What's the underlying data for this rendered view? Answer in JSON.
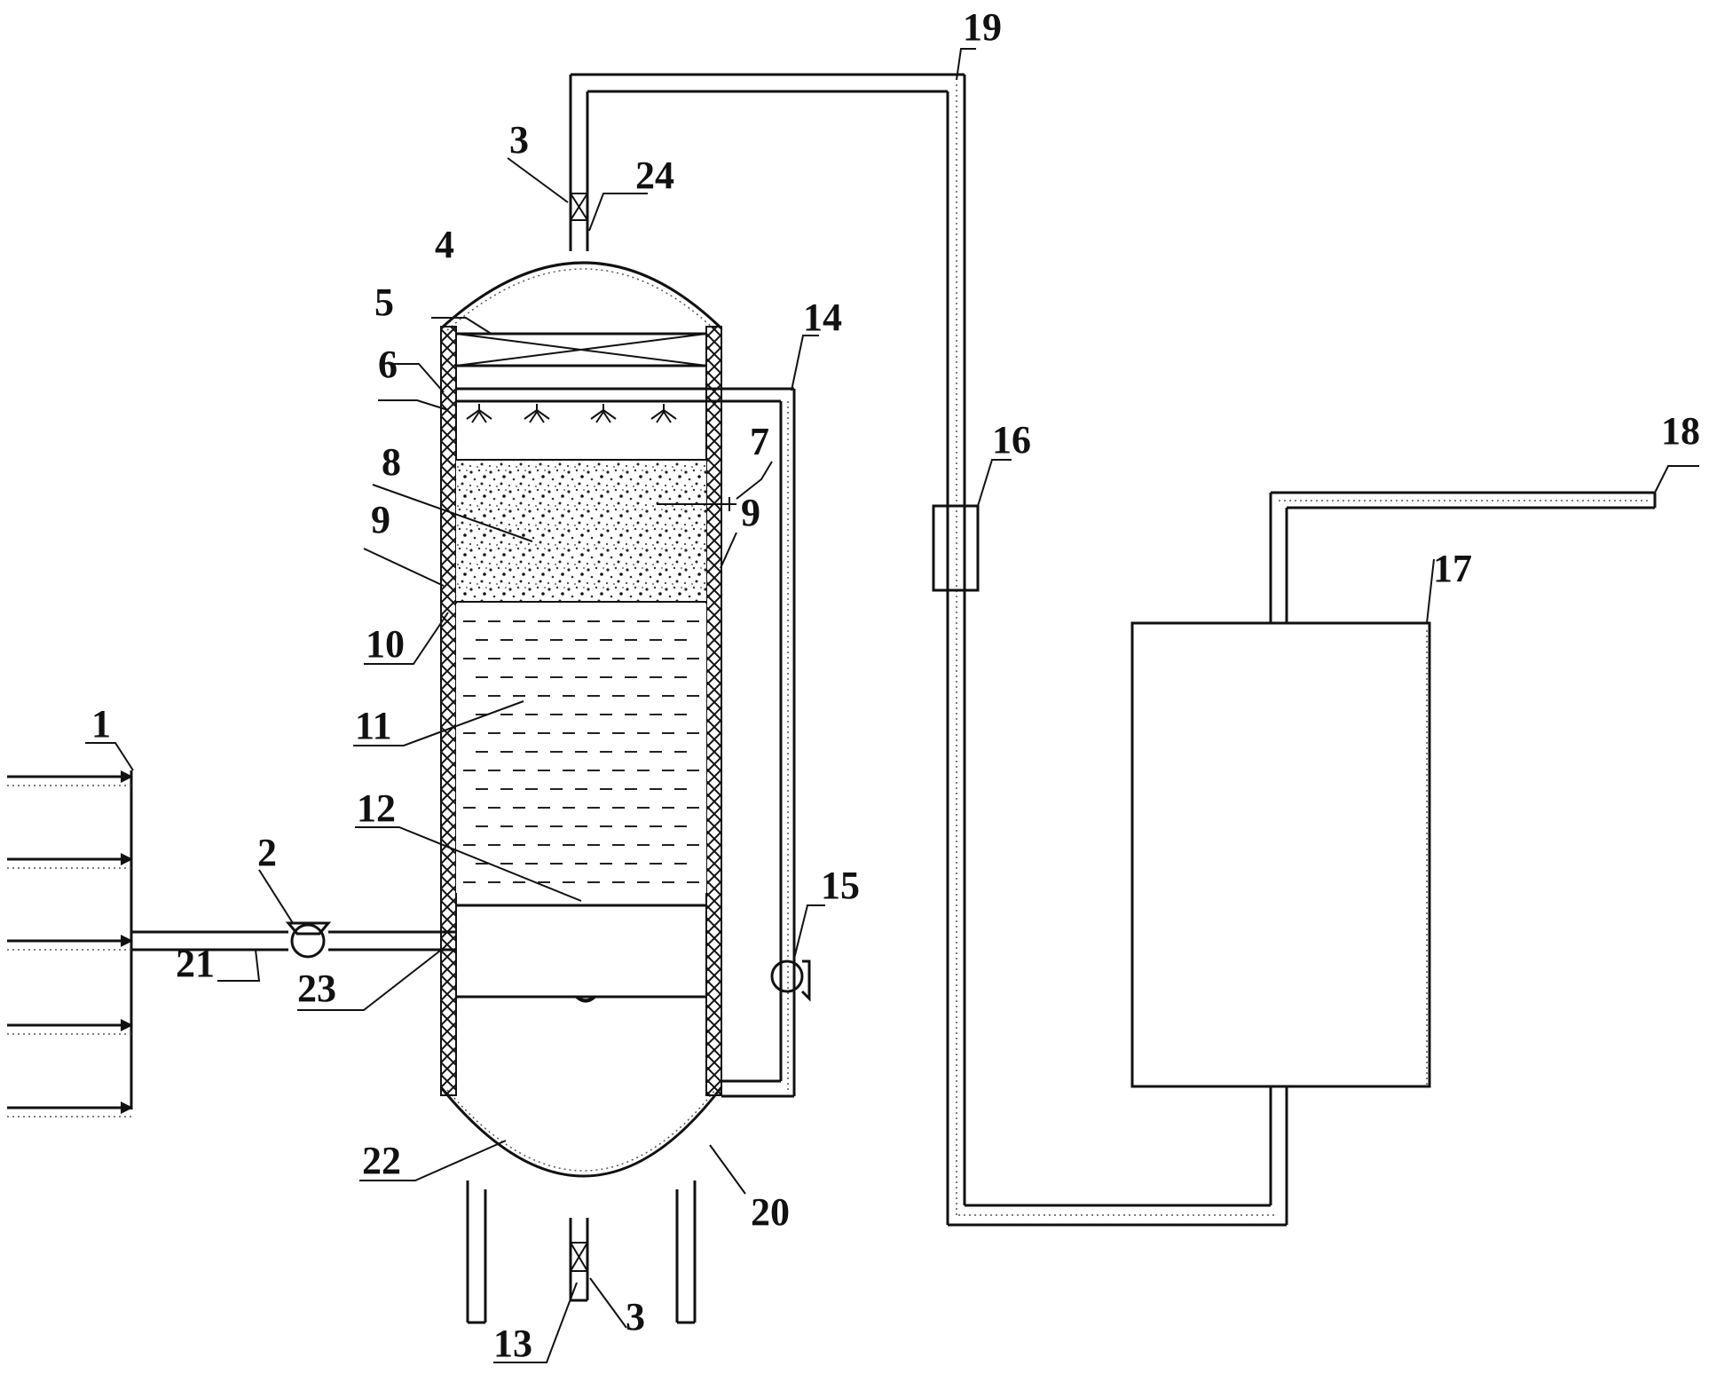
{
  "diagram": {
    "labels": {
      "l1": "1",
      "l2": "2",
      "l3a": "3",
      "l3b": "3",
      "l4": "4",
      "l5": "5",
      "l6": "6",
      "l7": "7",
      "l8": "8",
      "l9a": "9",
      "l9b": "9",
      "l10": "10",
      "l11": "11",
      "l12": "12",
      "l13": "13",
      "l14": "14",
      "l15": "15",
      "l16": "16",
      "l17": "17",
      "l18": "18",
      "l19": "19",
      "l20": "20",
      "l21": "21",
      "l22": "22",
      "l23": "23",
      "l24": "24"
    }
  }
}
